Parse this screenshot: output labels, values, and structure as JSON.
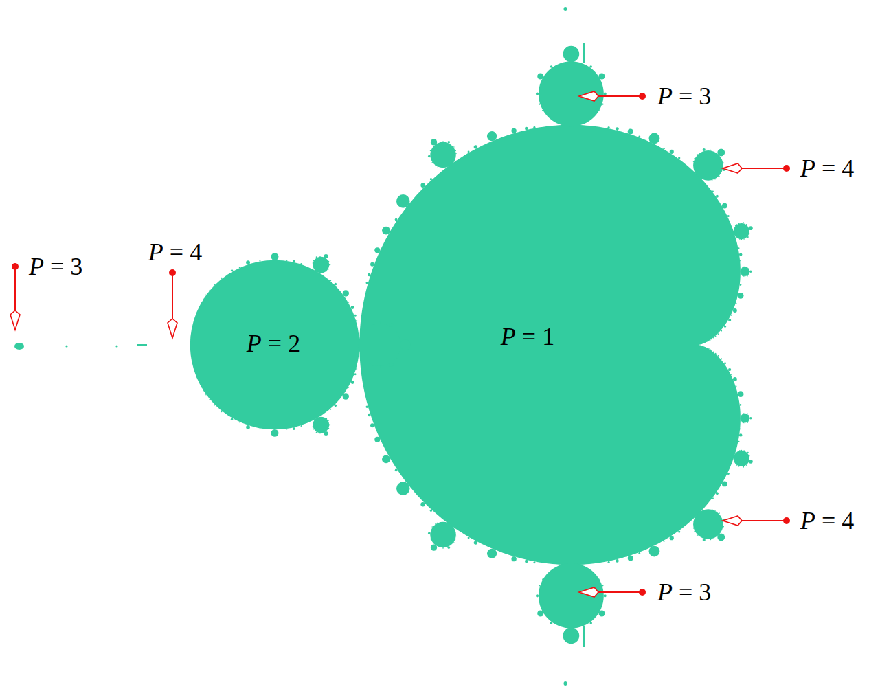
{
  "diagram": {
    "labels": [
      "P = 3",
      "P = 4",
      "P = 4",
      "P = 3",
      "P = 1",
      "P = 2",
      "P = 4",
      "P = 3"
    ]
  }
}
